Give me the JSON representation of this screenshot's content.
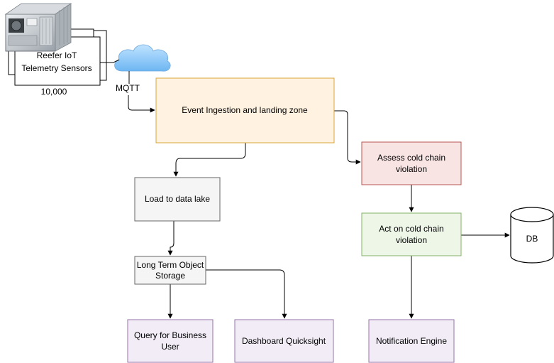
{
  "sensors": {
    "label_line1": "Reefer IoT",
    "label_line2": "Telemetry Sensors",
    "count": "10,000",
    "image_icon": "reefer-container-image"
  },
  "cloud": {
    "icon": "cloud-icon",
    "protocol_label": "MQTT"
  },
  "nodes": {
    "ingestion": {
      "label": "Event Ingestion and landing zone",
      "fill": "#fff2e0",
      "stroke": "#d8a53a"
    },
    "data_lake": {
      "label": "Load to data lake",
      "fill": "#f5f5f5",
      "stroke": "#666666"
    },
    "object_storage": {
      "label_line1": "Long Term Object",
      "label_line2": "Storage",
      "fill": "#f5f5f5",
      "stroke": "#666666"
    },
    "query": {
      "label_line1": "Query for Business",
      "label_line2": "User",
      "fill": "#f2ecf7",
      "stroke": "#9673a6"
    },
    "dashboard": {
      "label": "Dashboard Quicksight",
      "fill": "#f2ecf7",
      "stroke": "#9673a6"
    },
    "assess": {
      "label_line1": "Assess cold chain",
      "label_line2": "violation",
      "fill": "#f9e4e4",
      "stroke": "#b85450"
    },
    "act": {
      "label_line1": "Act on cold chain",
      "label_line2": "violation",
      "fill": "#eef6e8",
      "stroke": "#82b366"
    },
    "notification": {
      "label": "Notification Engine",
      "fill": "#f2ecf7",
      "stroke": "#9673a6"
    },
    "db": {
      "label": "DB"
    }
  }
}
